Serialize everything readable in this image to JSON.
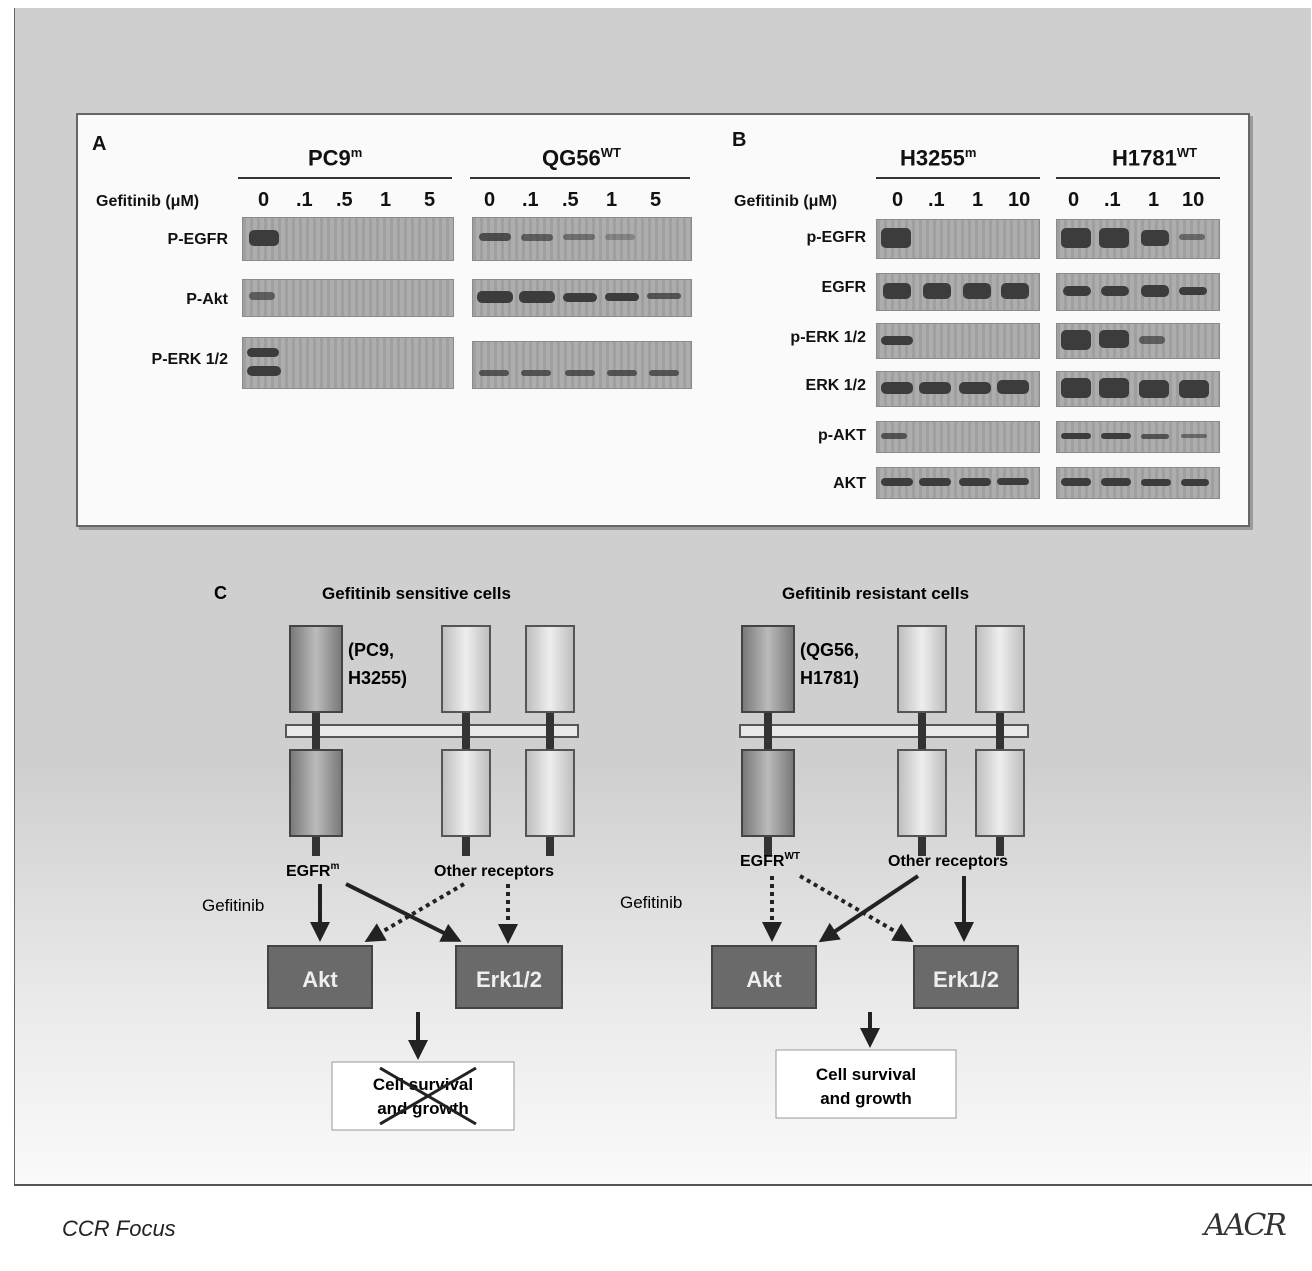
{
  "panelA": {
    "letter": "A",
    "drug_label": "Gefitinib (μM)",
    "cell_line_1": {
      "name": "PC9",
      "mark": "m",
      "doses": [
        "0",
        ".1",
        ".5",
        "1",
        "5"
      ]
    },
    "cell_line_2": {
      "name": "QG56",
      "mark": "WT",
      "doses": [
        "0",
        ".1",
        ".5",
        "1",
        "5"
      ]
    },
    "rows": [
      "P-EGFR",
      "P-Akt",
      "P-ERK 1/2"
    ]
  },
  "panelB": {
    "letter": "B",
    "drug_label": "Gefitinib (μM)",
    "cell_line_1": {
      "name": "H3255",
      "mark": "m",
      "doses": [
        "0",
        ".1",
        "1",
        "10"
      ]
    },
    "cell_line_2": {
      "name": "H1781",
      "mark": "WT",
      "doses": [
        "0",
        ".1",
        "1",
        "10"
      ]
    },
    "rows": [
      "p-EGFR",
      "EGFR",
      "p-ERK 1/2",
      "ERK 1/2",
      "p-AKT",
      "AKT"
    ]
  },
  "panelC": {
    "letter": "C",
    "sensitive": {
      "title": "Gefitinib sensitive cells",
      "cells_line1": "(PC9,",
      "cells_line2": "H3255)",
      "egfr": "EGFR",
      "egfr_mark": "m",
      "other": "Other receptors",
      "drug": "Gefitinib",
      "akt": "Akt",
      "erk": "Erk1/2",
      "outcome_line1": "Cell survival",
      "outcome_line2": "and growth"
    },
    "resistant": {
      "title": "Gefitinib resistant cells",
      "cells_line1": "(QG56,",
      "cells_line2": "H1781)",
      "egfr": "EGFR",
      "egfr_mark": "WT",
      "other": "Other receptors",
      "drug": "Gefitinib",
      "akt": "Akt",
      "erk": "Erk1/2",
      "outcome_line1": "Cell survival",
      "outcome_line2": "and growth"
    }
  },
  "footer": {
    "journal": "CCR Focus",
    "logo": "AACR"
  }
}
